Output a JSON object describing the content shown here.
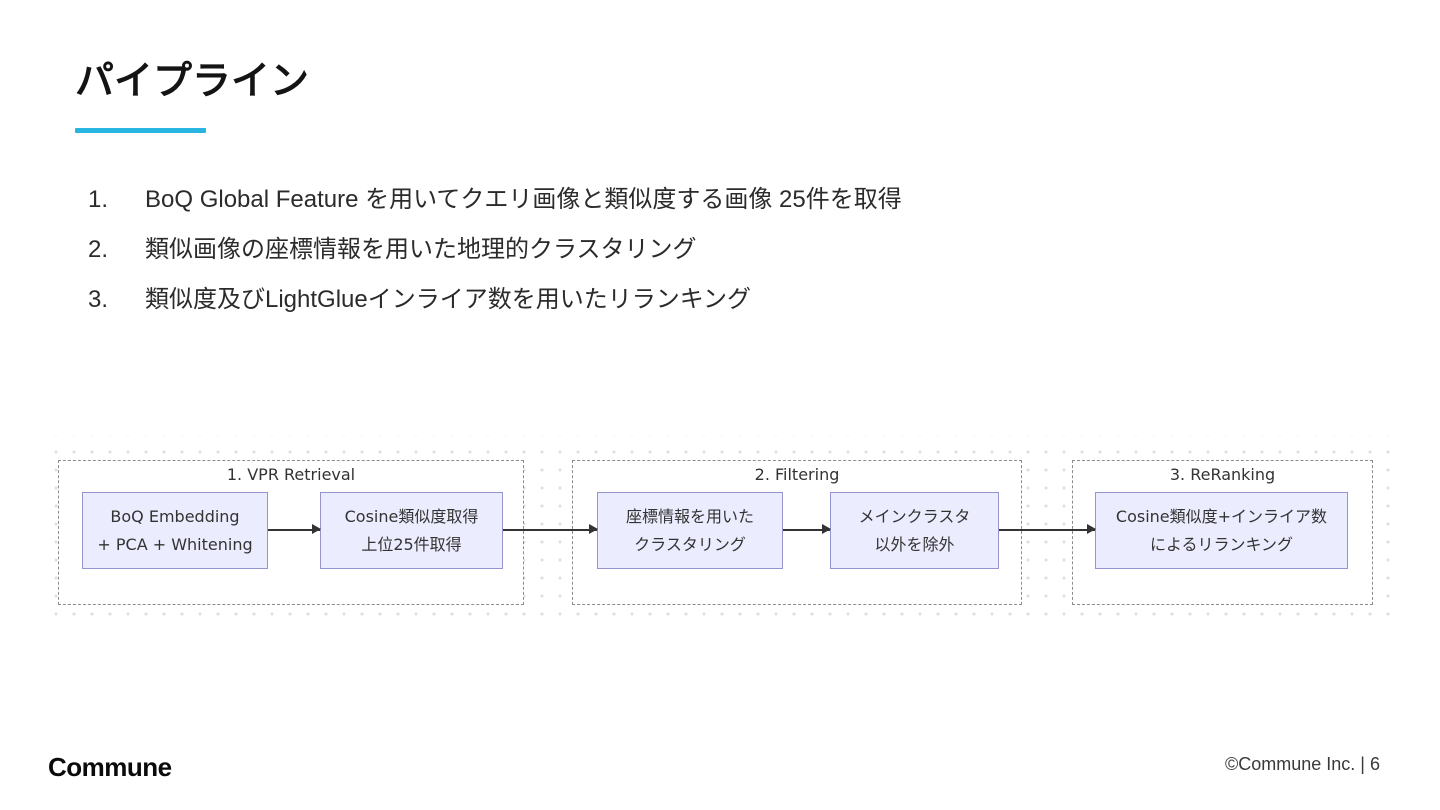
{
  "slide": {
    "title": "パイプライン",
    "accent_color": "#29b5e2",
    "steps": [
      {
        "num": "1.",
        "text": "BoQ Global Feature を用いてクエリ画像と類似度する画像 25件を取得"
      },
      {
        "num": "2.",
        "text": "類似画像の座標情報を用いた地理的クラスタリング"
      },
      {
        "num": "3.",
        "text": "類似度及びLightGlueインライア数を用いたリランキング"
      }
    ]
  },
  "diagram": {
    "node_fill": "#ECECFF",
    "node_border": "#9394D0",
    "dot_color": "#DEDEDE",
    "groups": [
      {
        "title": "1. VPR Retrieval",
        "nodes": [
          {
            "line1": "BoQ Embedding",
            "line2": "+ PCA + Whitening"
          },
          {
            "line1": "Cosine類似度取得",
            "line2": "上位25件取得"
          }
        ]
      },
      {
        "title": "2. Filtering",
        "nodes": [
          {
            "line1": "座標情報を用いた",
            "line2": "クラスタリング"
          },
          {
            "line1": "メインクラスタ",
            "line2": "以外を除外"
          }
        ]
      },
      {
        "title": "3. ReRanking",
        "nodes": [
          {
            "line1": "Cosine類似度+インライア数",
            "line2": "によるリランキング"
          }
        ]
      }
    ]
  },
  "footer": {
    "logo": "Commune",
    "copyright": "©Commune Inc. | 6"
  }
}
